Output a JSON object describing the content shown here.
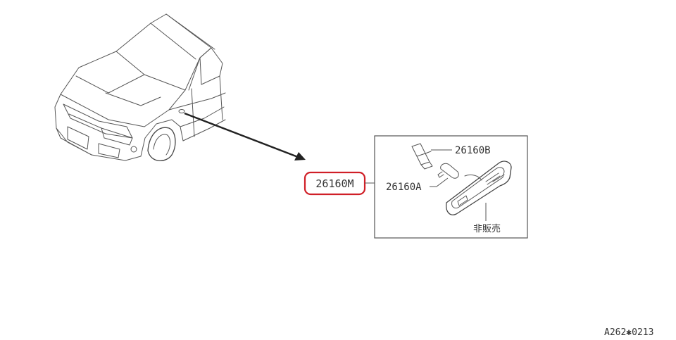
{
  "diagram": {
    "parts": [
      {
        "code": "26160M",
        "highlighted": true
      },
      {
        "code": "26160B",
        "highlighted": false
      },
      {
        "code": "26160A",
        "highlighted": false
      }
    ],
    "note_label": "非販売",
    "figure_code": "A262✱0213",
    "colors": {
      "line": "#555555",
      "highlight": "#d01f27",
      "text": "#333333"
    }
  }
}
